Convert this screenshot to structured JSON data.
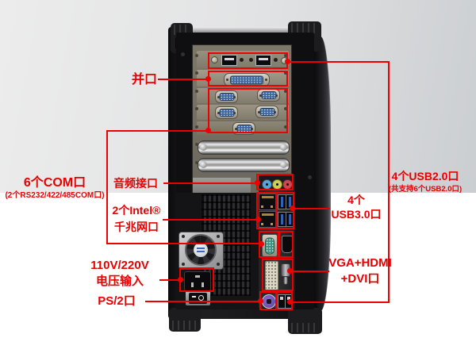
{
  "page": {
    "background_top_color": "#dfe0e2",
    "background_bottom_color": "#ffffff",
    "annotation_color": "#e60000"
  },
  "labels": {
    "parallel": {
      "text": "并口"
    },
    "com": {
      "line1": "6个COM口",
      "line2": "(2个RS232/422/485COM口)"
    },
    "audio": {
      "text": "音频接口"
    },
    "lan": {
      "line1": "2个Intel®",
      "line2": "千兆网口"
    },
    "power": {
      "line1": "110V/220V",
      "line2": "电压输入"
    },
    "ps2": {
      "text": "PS/2口"
    },
    "usb2": {
      "line1": "4个USB2.0口",
      "line2": "(共支持6个USB2.0口)"
    },
    "usb3": {
      "line1": "4个",
      "line2": "USB3.0口"
    },
    "video": {
      "line1": "VGA+HDMI",
      "line2": "+DVI口"
    }
  },
  "machine": {
    "type": "tower-computer-rear-view",
    "port_groups": [
      "usb2.0-bracket-ports",
      "db25-parallel-port",
      "db9-com-ports",
      "blank-slot-covers",
      "audio-jacks",
      "gigabit-ethernet-ports",
      "usb3.0-ports",
      "com-db9-port",
      "hdmi-port",
      "dvi-port",
      "thumbscrew-mount",
      "ps2-port",
      "usb2.0-bottom-ports",
      "power-inlet",
      "power-switch",
      "psu-fan"
    ]
  }
}
